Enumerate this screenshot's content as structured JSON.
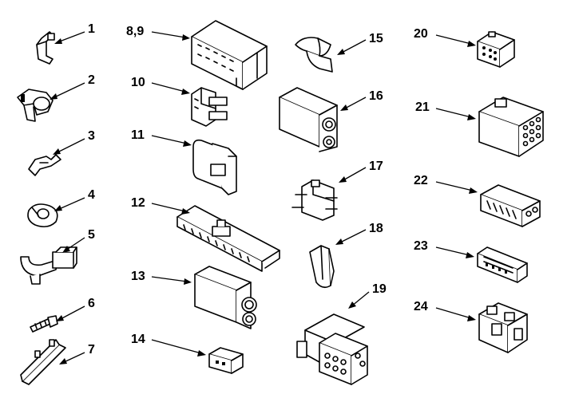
{
  "labels": {
    "l1": "1",
    "l2": "2",
    "l3": "3",
    "l4": "4",
    "l5": "5",
    "l6": "6",
    "l7": "7",
    "l89": "8,9",
    "l10": "10",
    "l11": "11",
    "l12": "12",
    "l13": "13",
    "l14": "14",
    "l15": "15",
    "l16": "16",
    "l17": "17",
    "l18": "18",
    "l19": "19",
    "l20": "20",
    "l21": "21",
    "l22": "22",
    "l23": "23",
    "l24": "24"
  }
}
